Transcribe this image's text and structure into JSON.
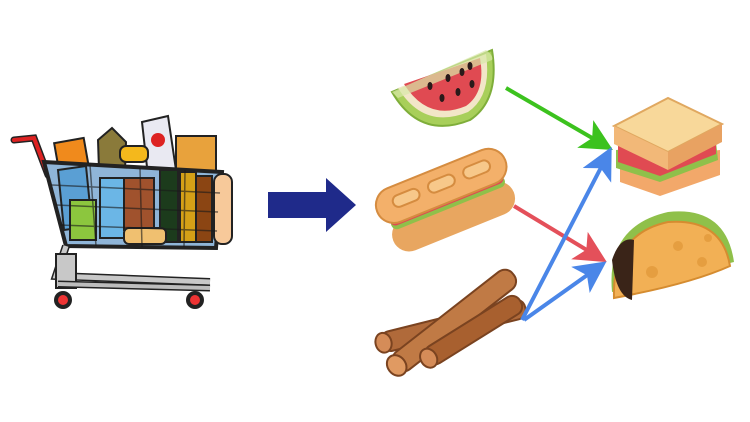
{
  "diagram": {
    "items": [
      {
        "id": "cart",
        "kind": "shopping-cart"
      },
      {
        "id": "watermelon",
        "kind": "watermelon-slice"
      },
      {
        "id": "sub",
        "kind": "sub-sandwich"
      },
      {
        "id": "cinnamon",
        "kind": "cinnamon-sticks"
      },
      {
        "id": "sandwich",
        "kind": "square-sandwich"
      },
      {
        "id": "taco",
        "kind": "taco"
      }
    ],
    "edges": [
      {
        "from": "cart",
        "to": "ingredients",
        "color": "#1f2a8a"
      },
      {
        "from": "watermelon",
        "to": "sandwich",
        "color": "#3cc21e"
      },
      {
        "from": "sub",
        "to": "taco",
        "color": "#e4505a"
      },
      {
        "from": "cinnamon",
        "to": "sandwich",
        "color": "#4a86e8"
      },
      {
        "from": "cinnamon",
        "to": "taco",
        "color": "#4a86e8"
      }
    ]
  }
}
